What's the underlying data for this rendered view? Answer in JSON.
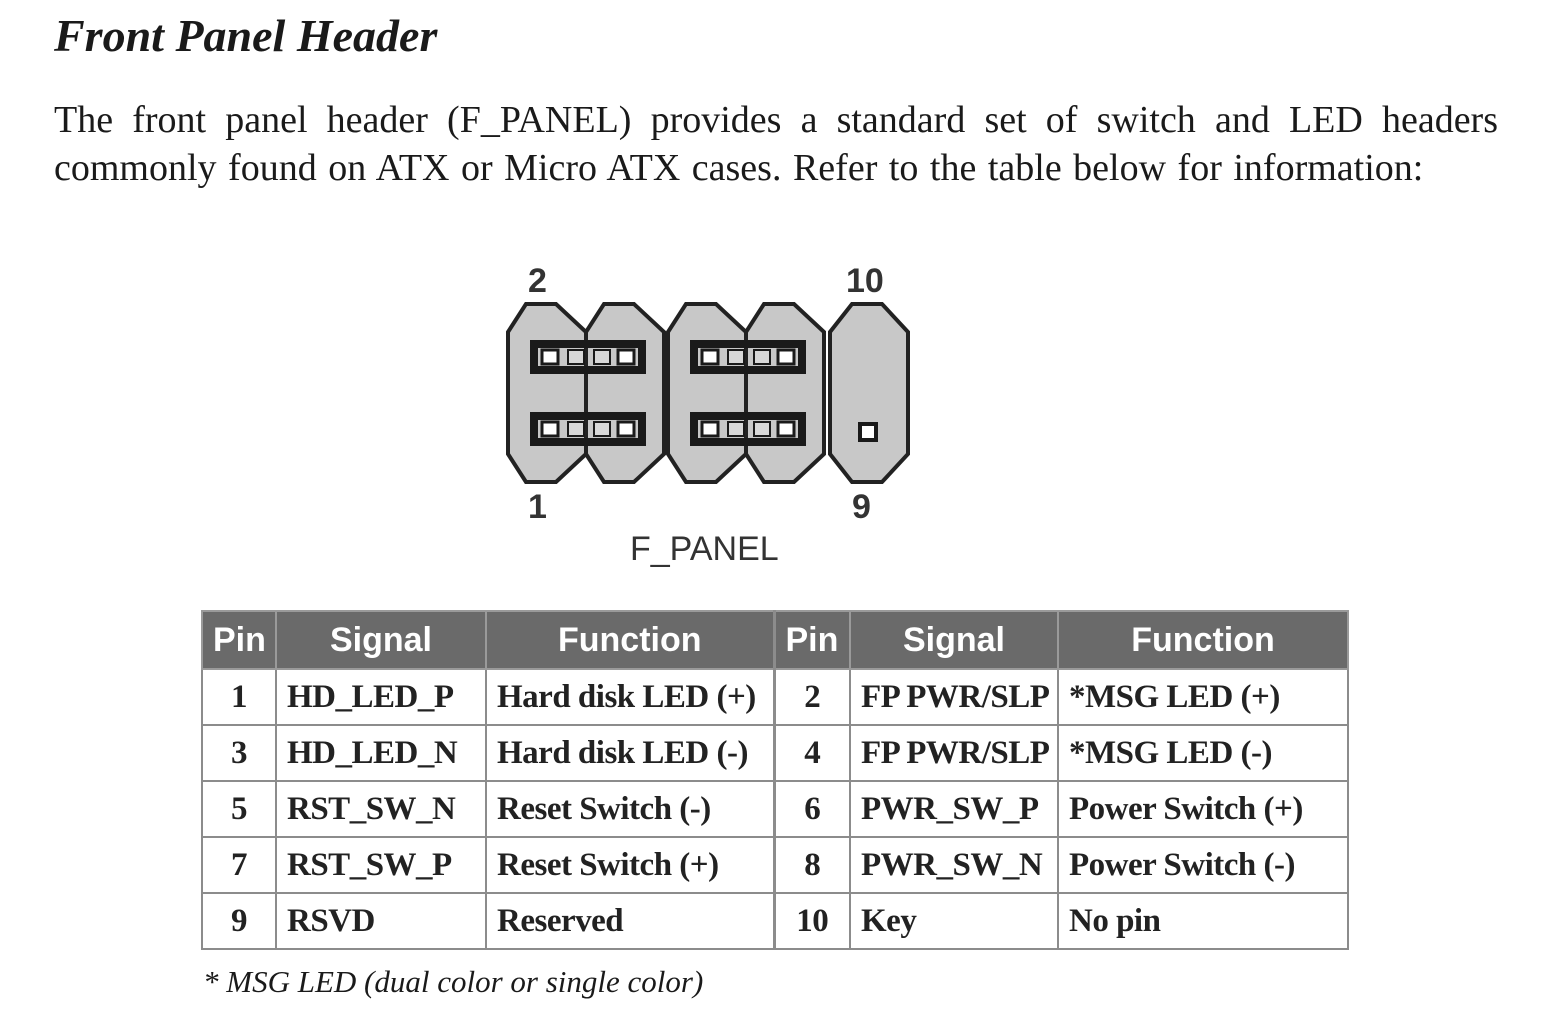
{
  "heading": "Front Panel Header",
  "intro": "The front panel header (F_PANEL) provides a standard set of switch and LED headers commonly found on ATX or Micro ATX cases. Refer to the table below for information:",
  "diagram": {
    "connector_label": "F_PANEL",
    "pin_labels": {
      "top_left": "2",
      "top_right": "10",
      "bottom_left": "1",
      "bottom_right": "9"
    }
  },
  "table": {
    "headers": [
      "Pin",
      "Signal",
      "Function",
      "Pin",
      "Signal",
      "Function"
    ],
    "rows": [
      [
        "1",
        "HD_LED_P",
        "Hard disk LED (+)",
        "2",
        "FP PWR/SLP",
        "*MSG LED (+)"
      ],
      [
        "3",
        "HD_LED_N",
        "Hard disk LED (-)",
        "4",
        "FP PWR/SLP",
        "*MSG LED (-)"
      ],
      [
        "5",
        "RST_SW_N",
        "Reset Switch (-)",
        "6",
        "PWR_SW_P",
        "Power Switch (+)"
      ],
      [
        "7",
        "RST_SW_P",
        "Reset Switch (+)",
        "8",
        "PWR_SW_N",
        "Power Switch (-)"
      ],
      [
        "9",
        "RSVD",
        "Reserved",
        "10",
        "Key",
        "No pin"
      ]
    ]
  },
  "footnote": "* MSG LED (dual color or single color)",
  "colors": {
    "header_bg": "#6a6a6a",
    "connector_fill": "#c8c8c8",
    "pin_dark": "#1a1a1a"
  }
}
